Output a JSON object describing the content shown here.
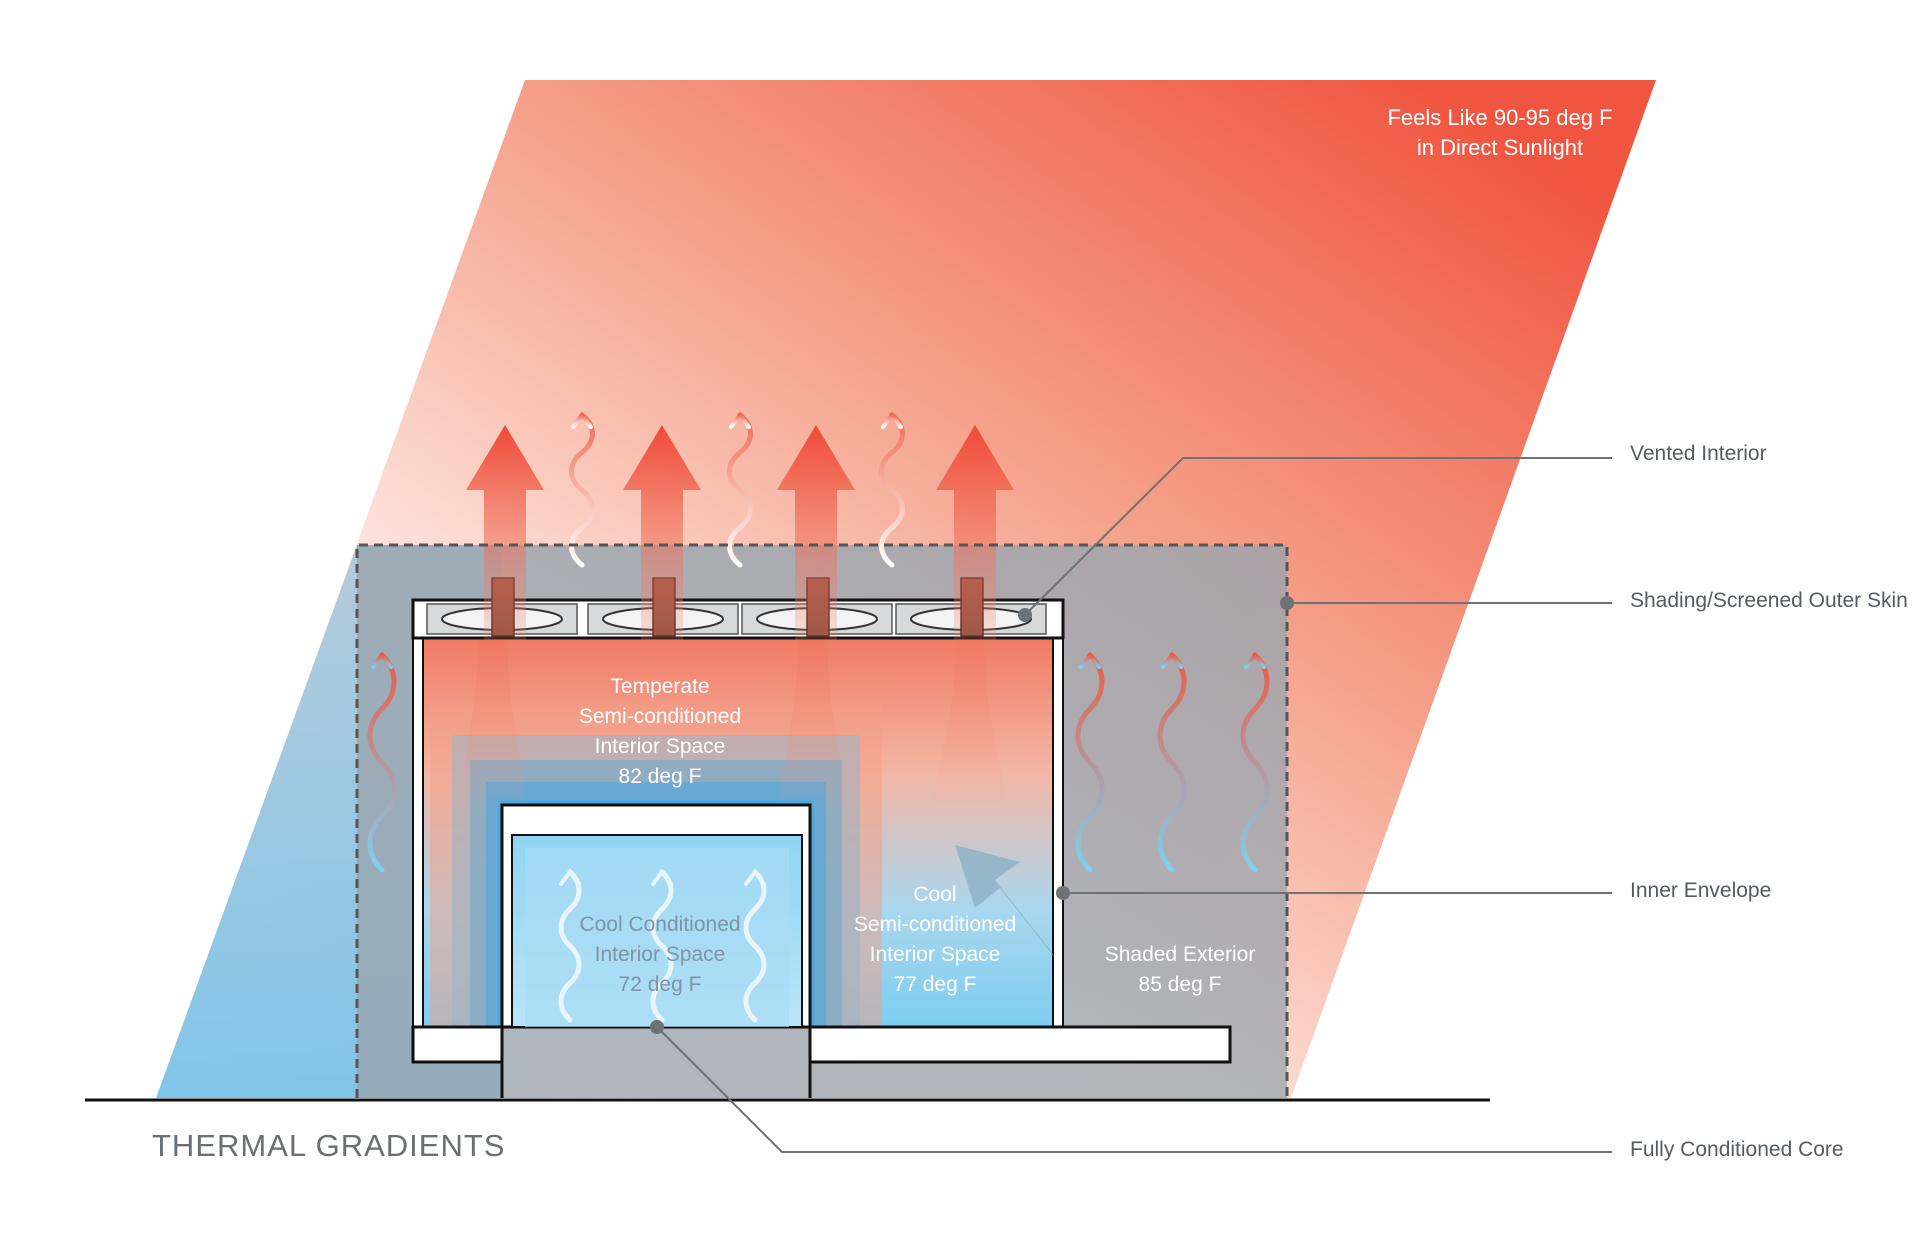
{
  "title": "THERMAL GRADIENTS",
  "sun_label": {
    "line1": "Feels Like 90-95 deg F",
    "line2": "in Direct Sunlight"
  },
  "callouts": {
    "vented_interior": "Vented Interior",
    "outer_skin": "Shading/Screened Outer Skin",
    "inner_envelope": "Inner Envelope",
    "core": "Fully Conditioned Core"
  },
  "zones": {
    "temperate": {
      "lines": [
        "Temperate",
        "Semi-conditioned",
        "Interior Space",
        "82 deg F"
      ]
    },
    "cool_semi": {
      "lines": [
        "Cool",
        "Semi-conditioned",
        "Interior Space",
        "77 deg F"
      ]
    },
    "core": {
      "lines": [
        "Cool Conditioned",
        "Interior Space",
        "72 deg F"
      ]
    },
    "exterior": {
      "lines": [
        "Shaded Exterior",
        "85 deg F"
      ]
    }
  },
  "colors": {
    "hot": "#f05540",
    "cool": "#7fc9ec",
    "outer_skin": "#99a3ab",
    "line": "#5f6368"
  },
  "icons": [
    "up-arrow-icon",
    "wavy-heat-arrow-icon",
    "roof-vent-fan-icon"
  ]
}
